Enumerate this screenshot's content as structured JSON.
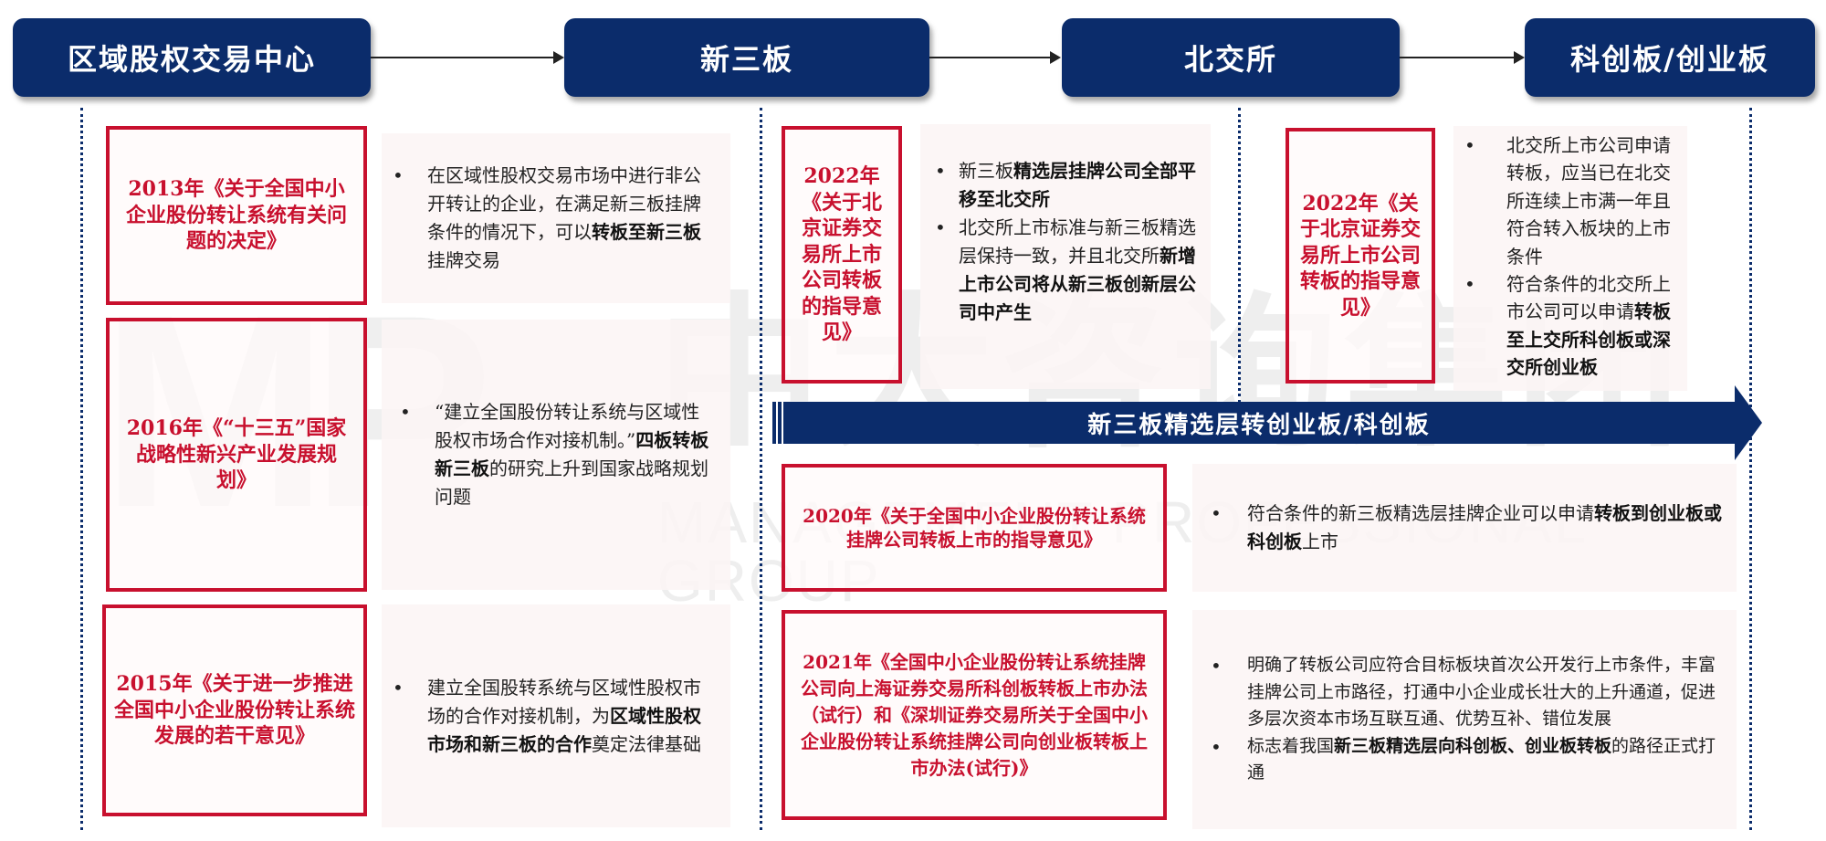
{
  "watermark": {
    "logo": "MP",
    "name_cn": "中大咨询集团",
    "name_en": "MANAGEMENT PROFESSIONAL GROUP"
  },
  "stages": [
    {
      "label": "区域股权交易中心"
    },
    {
      "label": "新三板"
    },
    {
      "label": "北交所"
    },
    {
      "label": "科创板/创业板"
    }
  ],
  "colors": {
    "navy": "#0b2c6b",
    "policy_red": "#c8102e",
    "panel_bg": "#fcf5f5"
  },
  "regional": {
    "items": [
      {
        "policy": "2013年《关于全国中小企业股份转让系统有关问题的决定》",
        "bullets": [
          {
            "parts": [
              {
                "t": "在区域性股权交易市场中进行非公开转让的企业，在满足新三板挂牌条件的情况下，可以",
                "b": false
              },
              {
                "t": "转板至新三板",
                "b": true
              },
              {
                "t": "挂牌交易",
                "b": false
              }
            ]
          }
        ]
      },
      {
        "policy": "2016年《“十三五”国家战略性新兴产业发展规划》",
        "bullets": [
          {
            "parts": [
              {
                "t": "“建立全国股份转让系统与区域性股权市场合作对接机制。”",
                "b": false
              },
              {
                "t": "四板转板新三板",
                "b": true
              },
              {
                "t": "的研究上升到国家战略规划问题",
                "b": false
              }
            ]
          }
        ]
      },
      {
        "policy": "2015年《关于进一步推进全国中小企业股份转让系统发展的若干意见》",
        "bullets": [
          {
            "parts": [
              {
                "t": "建立全国股转系统与区域性股权市场的合作对接机制，为",
                "b": false
              },
              {
                "t": "区域性股权市场和新三板的合作",
                "b": true
              },
              {
                "t": "奠定法律基础",
                "b": false
              }
            ]
          }
        ]
      }
    ]
  },
  "neeq_to_bse": {
    "policy": "2022年《关于北京证券交易所上市公司转板的指导意见》",
    "bullets": [
      {
        "parts": [
          {
            "t": "新三板",
            "b": false
          },
          {
            "t": "精选层挂牌公司全部平移至北交所",
            "b": true
          }
        ]
      },
      {
        "parts": [
          {
            "t": "北交所上市标准与新三板精选层保持一致，并且北交所",
            "b": false
          },
          {
            "t": "新增上市公司将从新三板创新层公司中产生",
            "b": true
          }
        ]
      }
    ]
  },
  "bse_to_star": {
    "policy": "2022年《关于北京证券交易所上市公司转板的指导意见》",
    "bullets": [
      {
        "parts": [
          {
            "t": "北交所上市公司申请转板，应当已在北交所连续上市满一年且符合转入板块的上市条件",
            "b": false
          }
        ]
      },
      {
        "parts": [
          {
            "t": "符合条件的北交所上市公司可以申请",
            "b": false
          },
          {
            "t": "转板至上交所科创板或深交所创业板",
            "b": true
          }
        ]
      }
    ]
  },
  "banner": {
    "label": "新三板精选层转创业板/科创板"
  },
  "neeq_to_star": {
    "items": [
      {
        "policy": "2020年《关于全国中小企业股份转让系统挂牌公司转板上市的指导意见》",
        "bullets": [
          {
            "parts": [
              {
                "t": "符合条件的新三板精选层挂牌企业可以申请",
                "b": false
              },
              {
                "t": "转板到创业板或科创板",
                "b": true
              },
              {
                "t": "上市",
                "b": false
              }
            ]
          }
        ]
      },
      {
        "policy": "2021年《全国中小企业股份转让系统挂牌公司向上海证券交易所科创板转板上市办法（试行）和《深圳证券交易所关于全国中小企业股份转让系统挂牌公司向创业板转板上市办法(试行)》",
        "bullets": [
          {
            "parts": [
              {
                "t": "明确了转板公司应符合目标板块首次公开发行上市条件，丰富挂牌公司上市路径，打通中小企业成长壮大的上升通道，促进多层次资本市场互联互通、优势互补、错位发展",
                "b": false
              }
            ]
          },
          {
            "parts": [
              {
                "t": "标志着我国",
                "b": false
              },
              {
                "t": "新三板精选层向科创板、创业板转板",
                "b": true
              },
              {
                "t": "的路径正式打通",
                "b": false
              }
            ]
          }
        ]
      }
    ]
  }
}
